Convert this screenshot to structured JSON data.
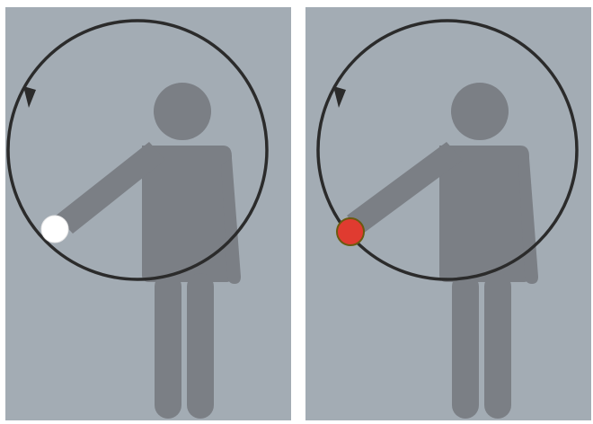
{
  "colors": {
    "background": "#a3acb4",
    "figure": "#7b7f85",
    "orbit": "#2b2b2b",
    "ball_left": "#ffffff",
    "ball_right": "#e03b30",
    "ball_right_outline": "#6b5a10"
  },
  "panels": [
    {
      "id": "left",
      "ball_color_key": "ball_left",
      "rotation_direction": "counterclockwise"
    },
    {
      "id": "right",
      "ball_color_key": "ball_right",
      "rotation_direction": "counterclockwise"
    }
  ]
}
